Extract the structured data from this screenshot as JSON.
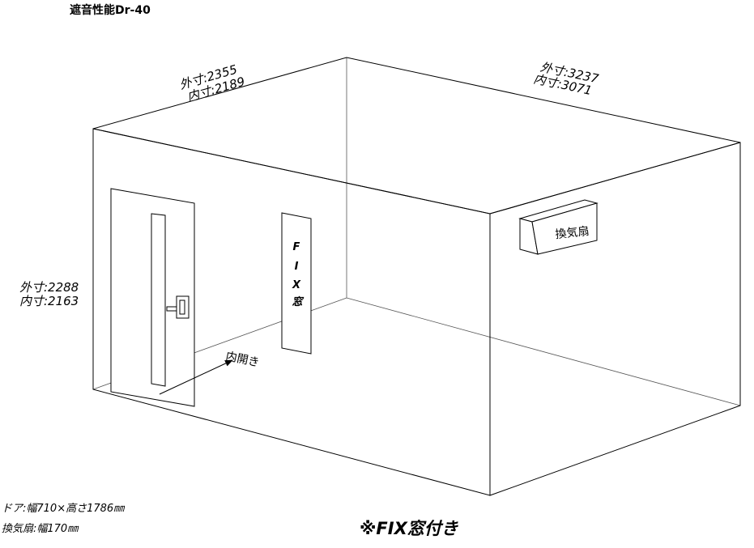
{
  "title": "遮音性能Dr-40",
  "dimensions": {
    "width": {
      "outer": "外寸:2355",
      "inner": "内寸:2189"
    },
    "depth": {
      "outer": "外寸:3237",
      "inner": "内寸:3071"
    },
    "height": {
      "outer": "外寸:2288",
      "inner": "内寸:2163"
    }
  },
  "labels": {
    "fan": "換気扇",
    "fix_window": [
      "F",
      "I",
      "X",
      "窓"
    ],
    "door_swing": "内開き"
  },
  "notes": {
    "door": "ドア:幅710×高さ1786㎜",
    "fan": "換気扇:幅170㎜"
  },
  "feature": "※FIX窓付き"
}
